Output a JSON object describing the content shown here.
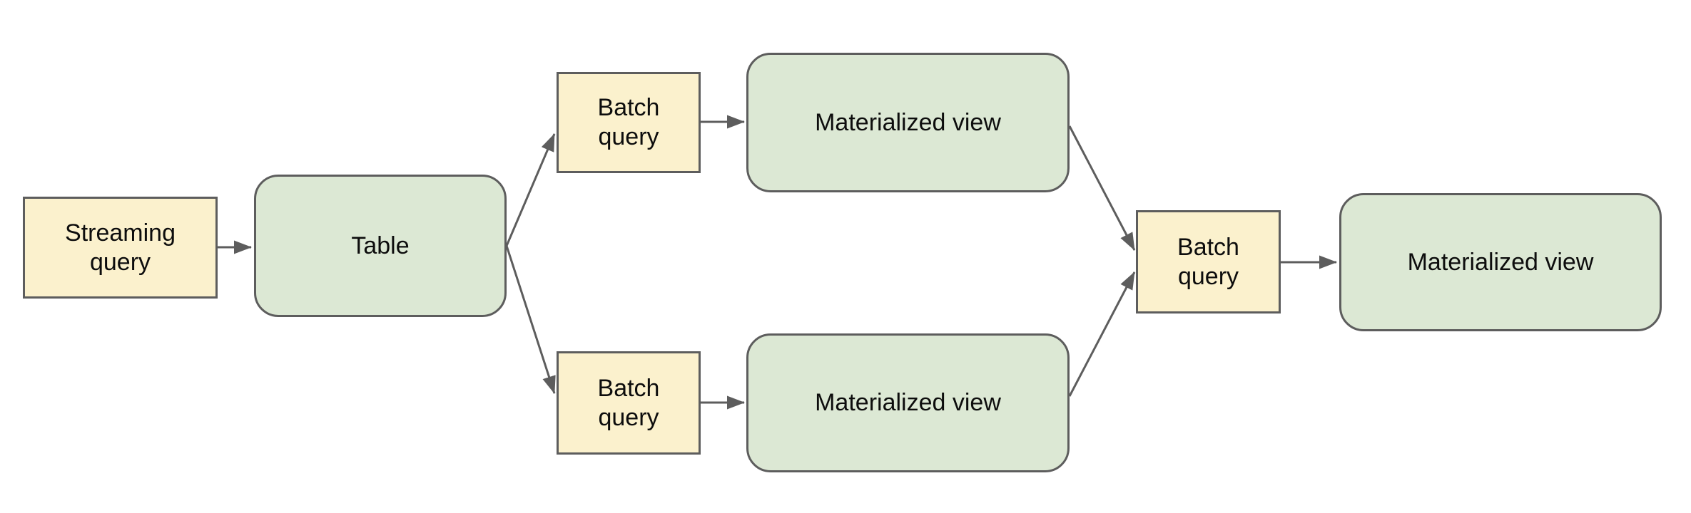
{
  "colors": {
    "background": "#ffffff",
    "stroke": "#5d5d5d",
    "query-fill": "#fbf1cd",
    "entity-fill": "#dce8d4",
    "text": "#0d0d0d"
  },
  "nodes": [
    {
      "id": "streaming-query",
      "label": "Streaming query",
      "type": "query"
    },
    {
      "id": "table",
      "label": "Table",
      "type": "entity"
    },
    {
      "id": "batch-query-top",
      "label": "Batch query",
      "type": "query"
    },
    {
      "id": "materialized-view-top",
      "label": "Materialized view",
      "type": "entity"
    },
    {
      "id": "batch-query-bottom",
      "label": "Batch query",
      "type": "query"
    },
    {
      "id": "materialized-view-bottom",
      "label": "Materialized view",
      "type": "entity"
    },
    {
      "id": "batch-query-center",
      "label": "Batch query",
      "type": "query"
    },
    {
      "id": "materialized-view-final",
      "label": "Materialized view",
      "type": "entity"
    }
  ],
  "edges": [
    {
      "from": "streaming-query",
      "to": "table"
    },
    {
      "from": "table",
      "to": "batch-query-top"
    },
    {
      "from": "table",
      "to": "batch-query-bottom"
    },
    {
      "from": "batch-query-top",
      "to": "materialized-view-top"
    },
    {
      "from": "batch-query-bottom",
      "to": "materialized-view-bottom"
    },
    {
      "from": "materialized-view-top",
      "to": "batch-query-center"
    },
    {
      "from": "materialized-view-bottom",
      "to": "batch-query-center"
    },
    {
      "from": "batch-query-center",
      "to": "materialized-view-final"
    }
  ]
}
